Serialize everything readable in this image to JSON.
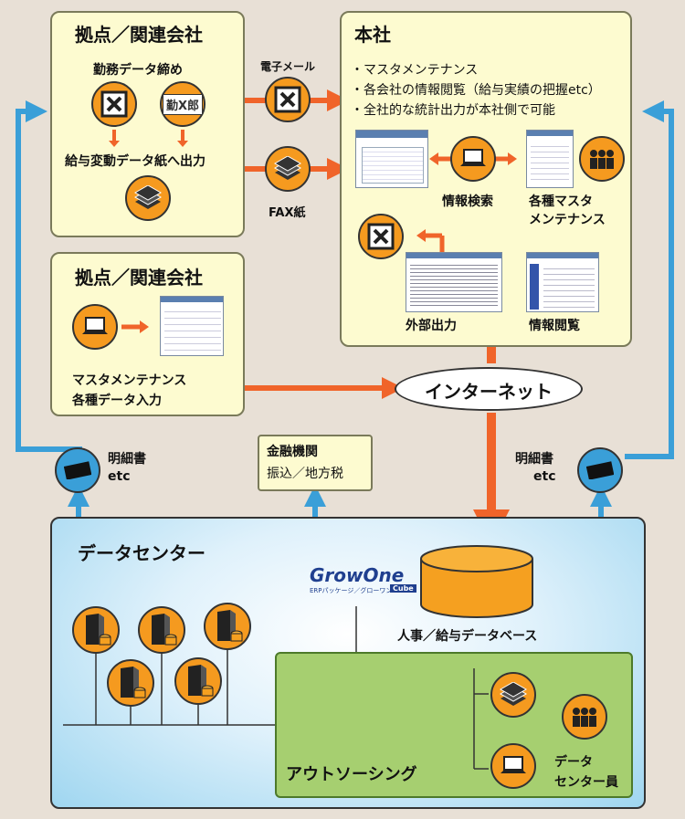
{
  "branch_top": {
    "title": "拠点／関連会社",
    "attendance_label": "勤務データ締め",
    "logo_text": "勤X郎",
    "output_label": "給与変動データ紙へ出力"
  },
  "transfer": {
    "email_label": "電子メール",
    "fax_label": "FAX紙"
  },
  "hq": {
    "title": "本社",
    "bullets": [
      "・マスタメンテナンス",
      "・各会社の情報閲覧（給与実績の把握etc）",
      "・全社的な統計出力が本社側で可能"
    ],
    "search_label": "情報検索",
    "master_label_1": "各種マスタ",
    "master_label_2": "メンテナンス",
    "export_label": "外部出力",
    "view_label": "情報閲覧"
  },
  "branch_mid": {
    "title": "拠点／関連会社",
    "label_1": "マスタメンテナンス",
    "label_2": "各種データ入力"
  },
  "internet_label": "インターネット",
  "statement_left": {
    "line1": "明細書",
    "line2": "etc"
  },
  "statement_right": {
    "line1": "明細書",
    "line2": "etc"
  },
  "bank": {
    "title": "金融機関",
    "sub": "振込／地方税"
  },
  "datacenter": {
    "title": "データセンター",
    "brand": "GrowOne",
    "brand_sub": "ERPパッケージ／グローワン",
    "brand_cube": "Cube",
    "db_label": "人事／給与データベース",
    "outsourcing_label": "アウトソーシング",
    "staff_label_1": "データ",
    "staff_label_2": "センター員"
  },
  "colors": {
    "accent_orange": "#f0642a",
    "accent_blue": "#3a9fd8",
    "box_fill": "#fdfbd0",
    "green_fill": "#a6cf70"
  }
}
